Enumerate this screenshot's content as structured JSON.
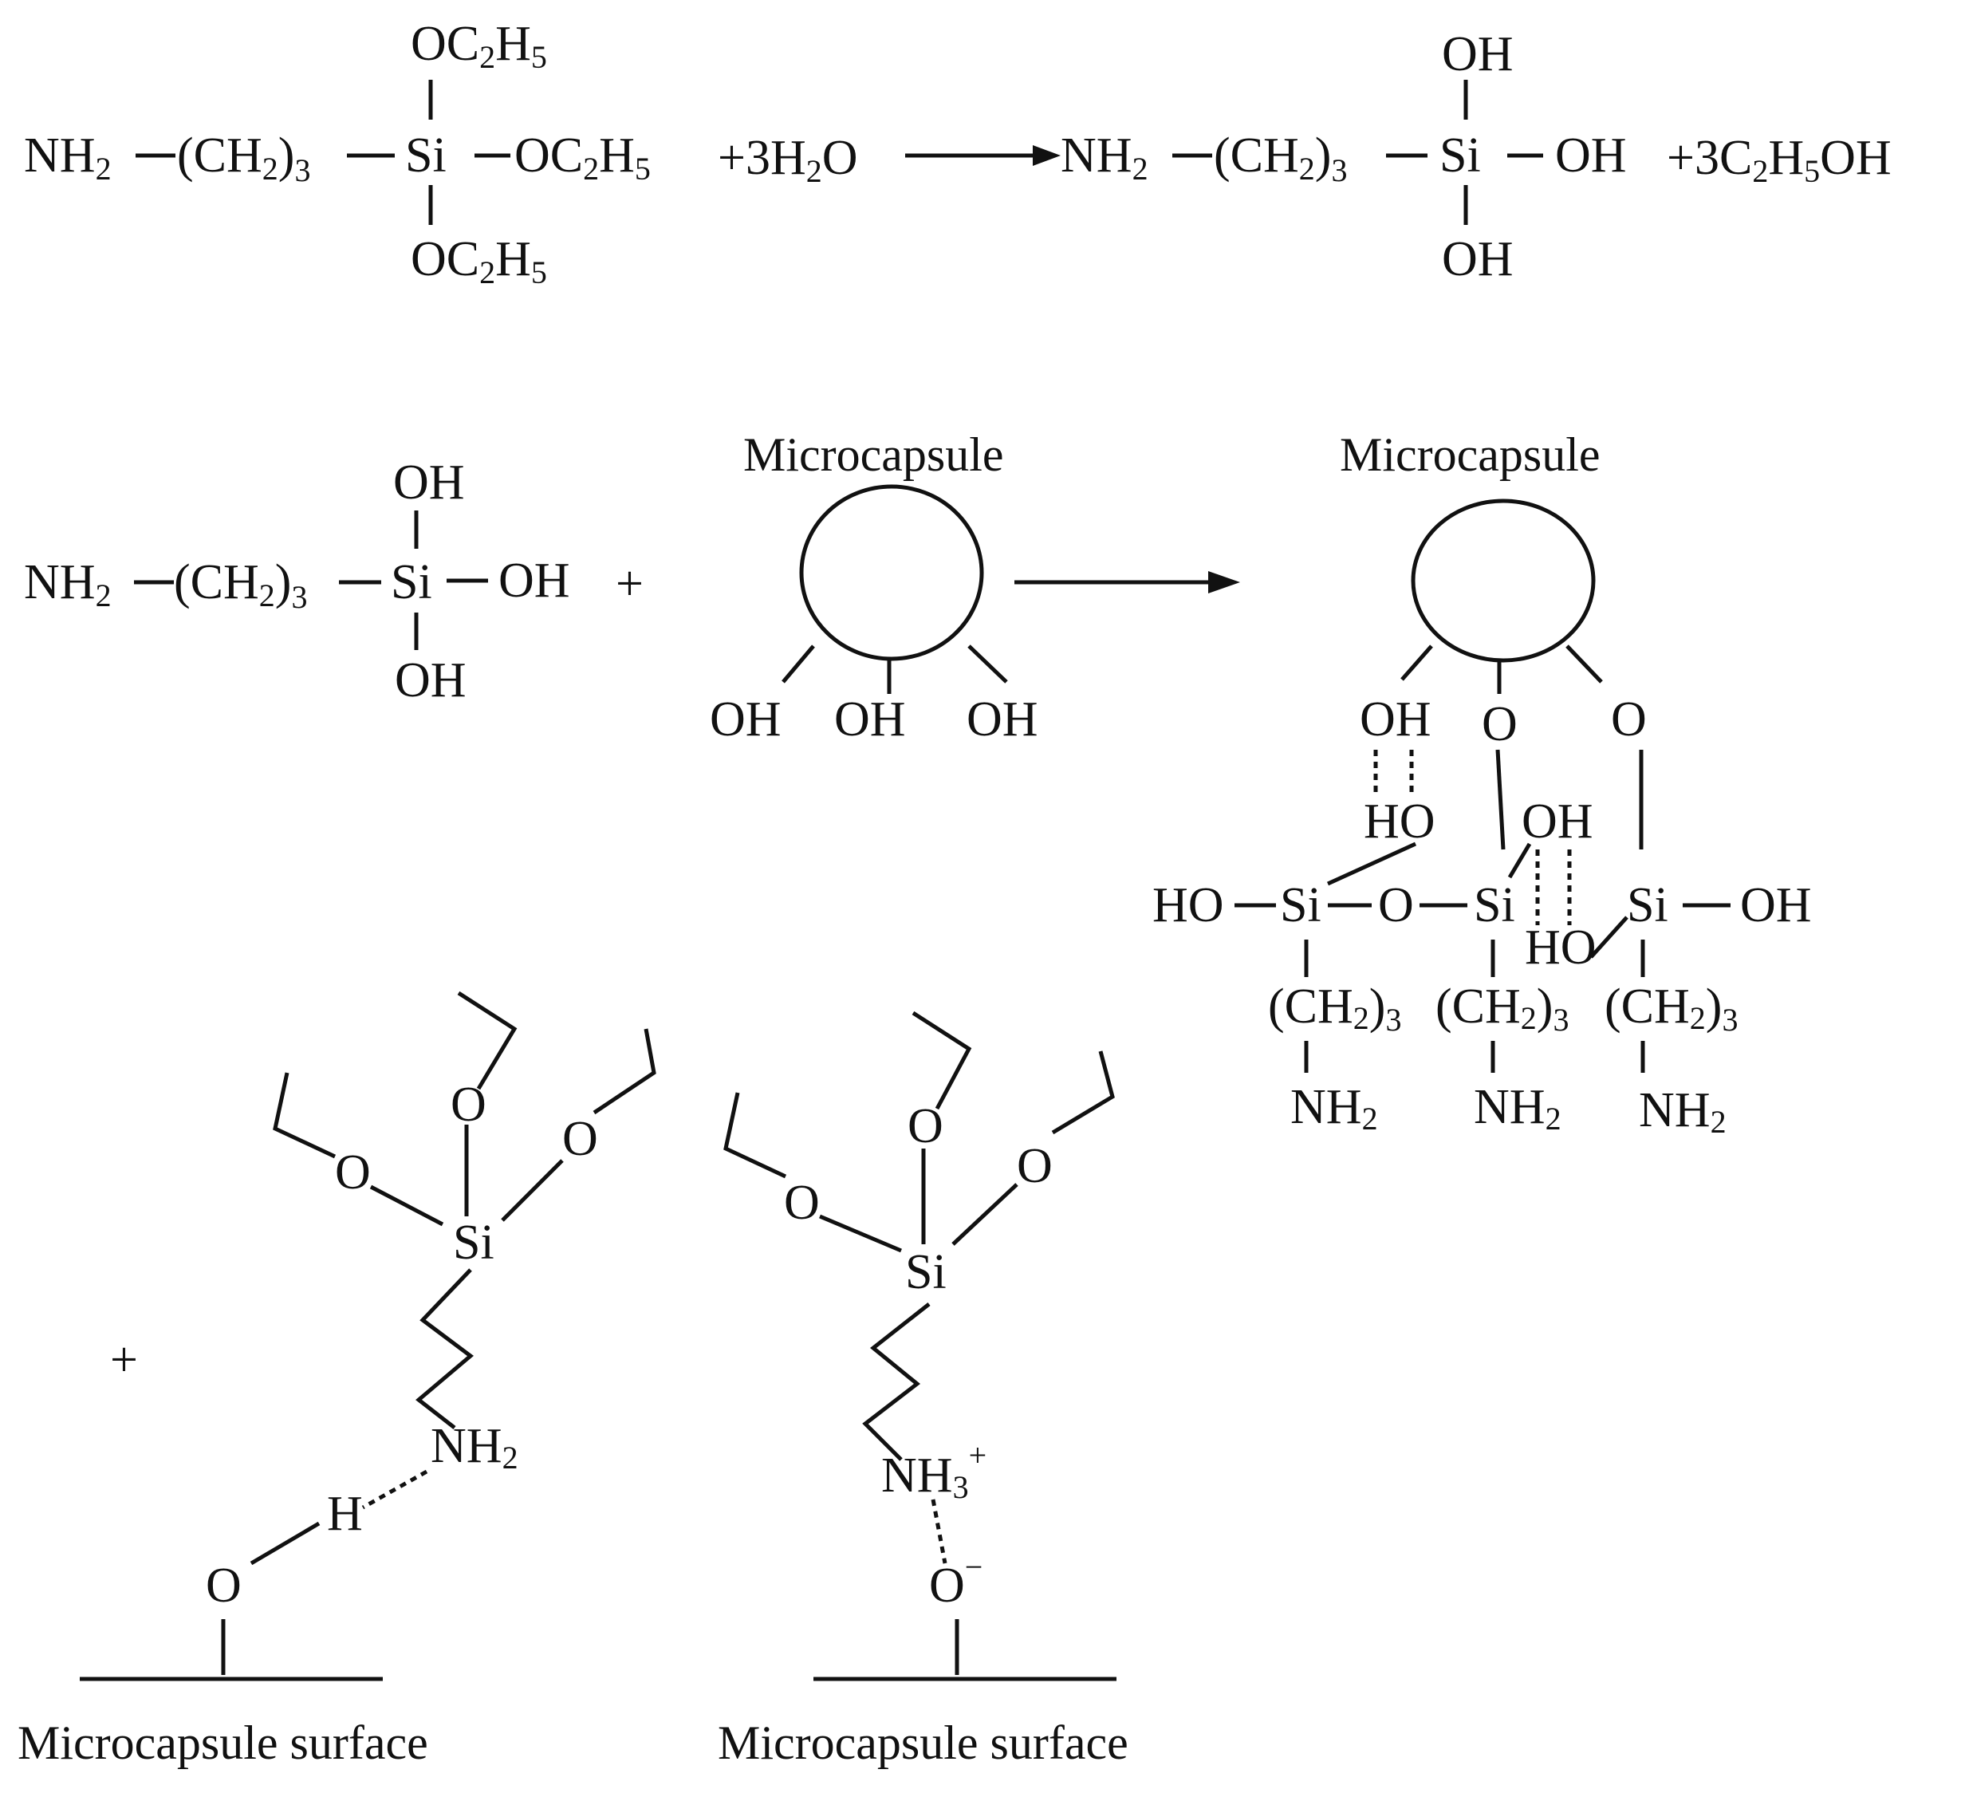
{
  "colors": {
    "ink": "#111111",
    "background": "#ffffff"
  },
  "reaction1": {
    "nh2": "NH",
    "h2_sub": "2",
    "ch2": "(CH",
    "ch2_sub": "2",
    "ch2_close": ")",
    "three": "3",
    "si": "Si",
    "oc2h5": "OC",
    "c2_sub": "2",
    "h": "H",
    "h5_sub": "5",
    "plus_water": "+3H",
    "water_sub": "2",
    "water_o": "O",
    "oh": "OH",
    "plus_ethanol": "+3C",
    "eth_sub2": "2",
    "eth_h": "H",
    "eth_sub5": "5",
    "eth_oh": "OH"
  },
  "reaction2": {
    "microcapsule_label": "Microcapsule",
    "oh": "OH",
    "ho": "HO",
    "o": "O",
    "si": "Si",
    "plus": "+",
    "nh": "NH",
    "sub2": "2",
    "ch": "(CH",
    "close": ")",
    "three": "3"
  },
  "reaction3": {
    "plus": "+",
    "o": "O",
    "si": "Si",
    "h": "H",
    "nh": "NH",
    "sub2": "2",
    "sub3": "3",
    "plus_charge": "+",
    "minus_charge": "−",
    "surface_label_left": "Microcapsule surface",
    "surface_label_right": "Microcapsule surface"
  }
}
